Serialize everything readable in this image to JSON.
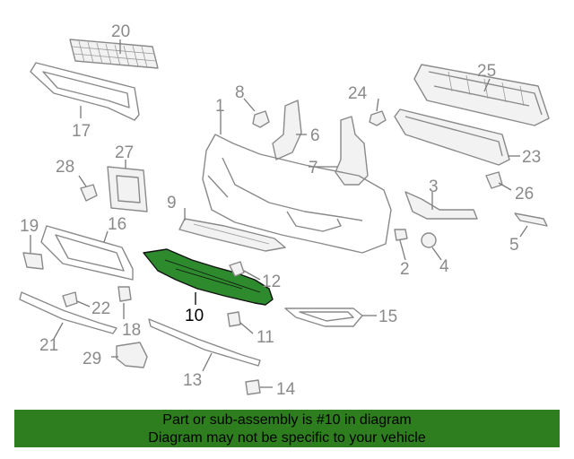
{
  "diagram": {
    "highlighted_part": "10",
    "highlight_color": "#2d8a2d",
    "callouts": {
      "c1": "1",
      "c2": "2",
      "c3": "3",
      "c4": "4",
      "c5": "5",
      "c6": "6",
      "c7": "7",
      "c8": "8",
      "c9": "9",
      "c10": "10",
      "c11": "11",
      "c12": "12",
      "c13": "13",
      "c14": "14",
      "c15": "15",
      "c16": "16",
      "c17": "17",
      "c18": "18",
      "c19": "19",
      "c20": "20",
      "c21": "21",
      "c22": "22",
      "c23": "23",
      "c24": "24",
      "c25": "25",
      "c26": "26",
      "c27": "27",
      "c28": "28",
      "c29": "29"
    }
  },
  "banner": {
    "line1": "Part or sub-assembly is #10 in diagram",
    "line2": "Diagram may not be specific to your vehicle",
    "background": "#2e7d1f"
  }
}
